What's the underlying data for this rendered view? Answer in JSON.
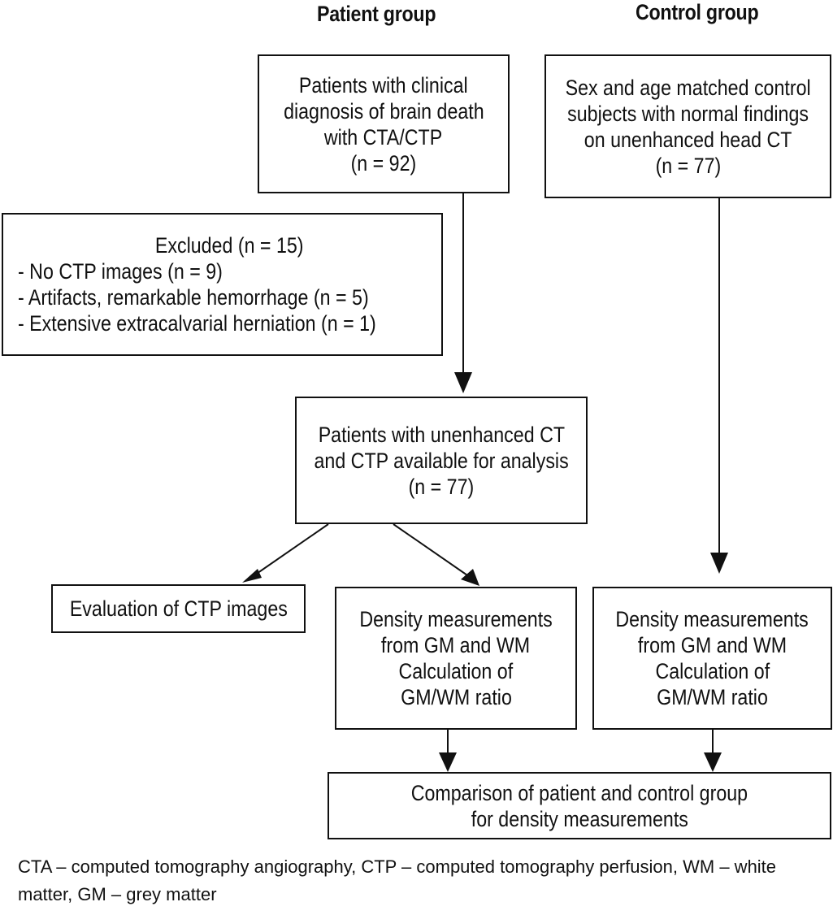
{
  "headings": {
    "patient": "Patient group",
    "control": "Control group"
  },
  "boxes": {
    "patients_clinical": [
      "Patients with clinical",
      "diagnosis of brain death",
      "with CTA/CTP",
      "(n = 92)"
    ],
    "controls": [
      "Sex and age matched control",
      "subjects with normal findings",
      "on unenhanced head CT",
      "(n = 77)"
    ],
    "excluded": [
      "Excluded (n = 15)",
      "- No CTP images (n = 9)",
      "- Artifacts, remarkable hemorrhage (n = 5)",
      "- Extensive extracalvarial herniation (n = 1)"
    ],
    "patients_available": [
      "Patients with unenhanced CT",
      "and CTP available for analysis",
      "(n = 77)"
    ],
    "evaluation": [
      "Evaluation of CTP images"
    ],
    "density_patient": [
      "Density measurements",
      "from GM and WM",
      "Calculation of",
      "GM/WM ratio"
    ],
    "density_control": [
      "Density measurements",
      "from GM and WM",
      "Calculation of",
      "GM/WM ratio"
    ],
    "comparison": [
      "Comparison of patient and control group",
      "for density measurements"
    ]
  },
  "footnote": "CTA – computed tomography angiography, CTP – computed tomography perfusion, WM – white matter, GM – grey matter"
}
